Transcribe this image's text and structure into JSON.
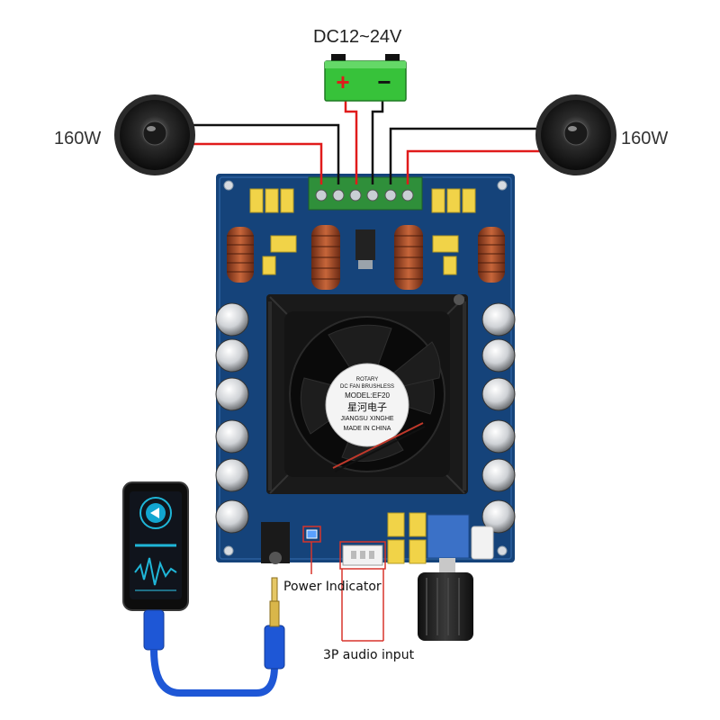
{
  "supply": {
    "label": "DC12~24V",
    "plus": "+",
    "minus": "−"
  },
  "speakers": {
    "left_power": "160W",
    "right_power": "160W"
  },
  "labels": {
    "power_indicator": "Power Indicator",
    "audio_input": "3P audio input"
  },
  "fan": {
    "line1": "ROTARY",
    "line2": "DC FAN BRUSHLESS",
    "model": "MODEL:EF20",
    "brand_cn": "星河电子",
    "brand": "JIANGSU XINGHE",
    "origin": "MADE IN CHINA"
  },
  "colors": {
    "pcb": "#15437a",
    "battery": "#37c23a",
    "wire_red": "#e01b1b",
    "wire_black": "#111111",
    "terminal": "#2f8f3a",
    "callout": "#d8342b"
  },
  "icons": [
    "speaker-icon",
    "battery-icon",
    "fan-icon",
    "phone-icon",
    "audio-jack-icon",
    "volume-knob-icon"
  ]
}
